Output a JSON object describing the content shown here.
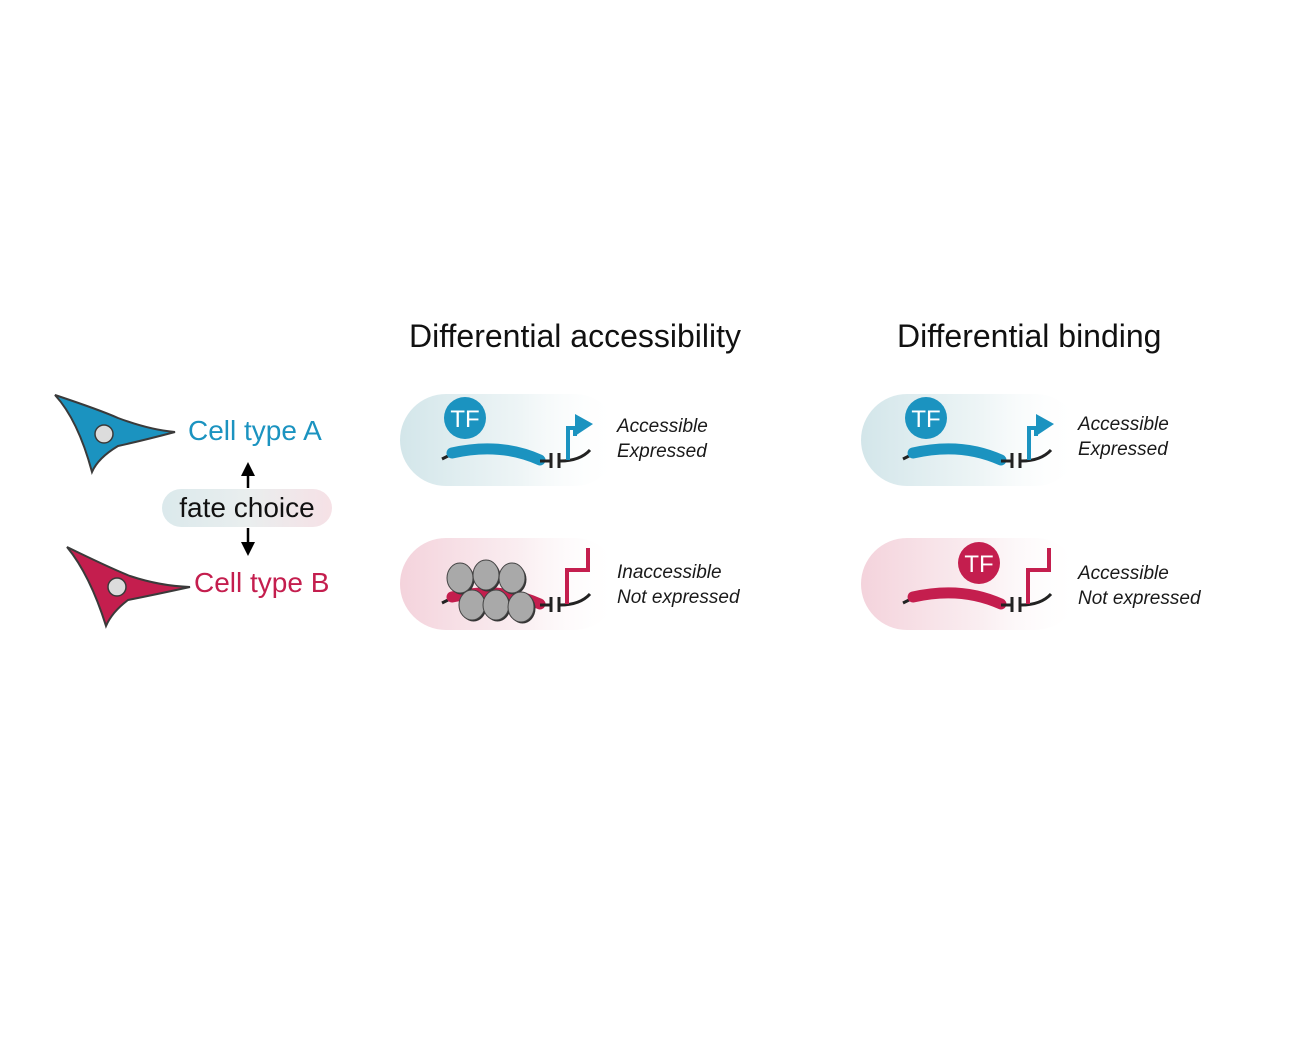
{
  "headers": {
    "accessibility": "Differential accessibility",
    "binding": "Differential binding"
  },
  "cells": {
    "a": "Cell type A",
    "b": "Cell type B",
    "fate": "fate choice"
  },
  "tf_label": "TF",
  "panels": {
    "acc_top": [
      "Accessible",
      "Expressed"
    ],
    "acc_bottom": [
      "Inaccessible",
      "Not expressed"
    ],
    "bind_top": [
      "Accessible",
      "Expressed"
    ],
    "bind_bottom": [
      "Accessible",
      "Not expressed"
    ]
  },
  "colors": {
    "blue": "#1b93c0",
    "red": "#c41e4e",
    "nucleosome": "#a9a9a9",
    "text": "#111111"
  }
}
